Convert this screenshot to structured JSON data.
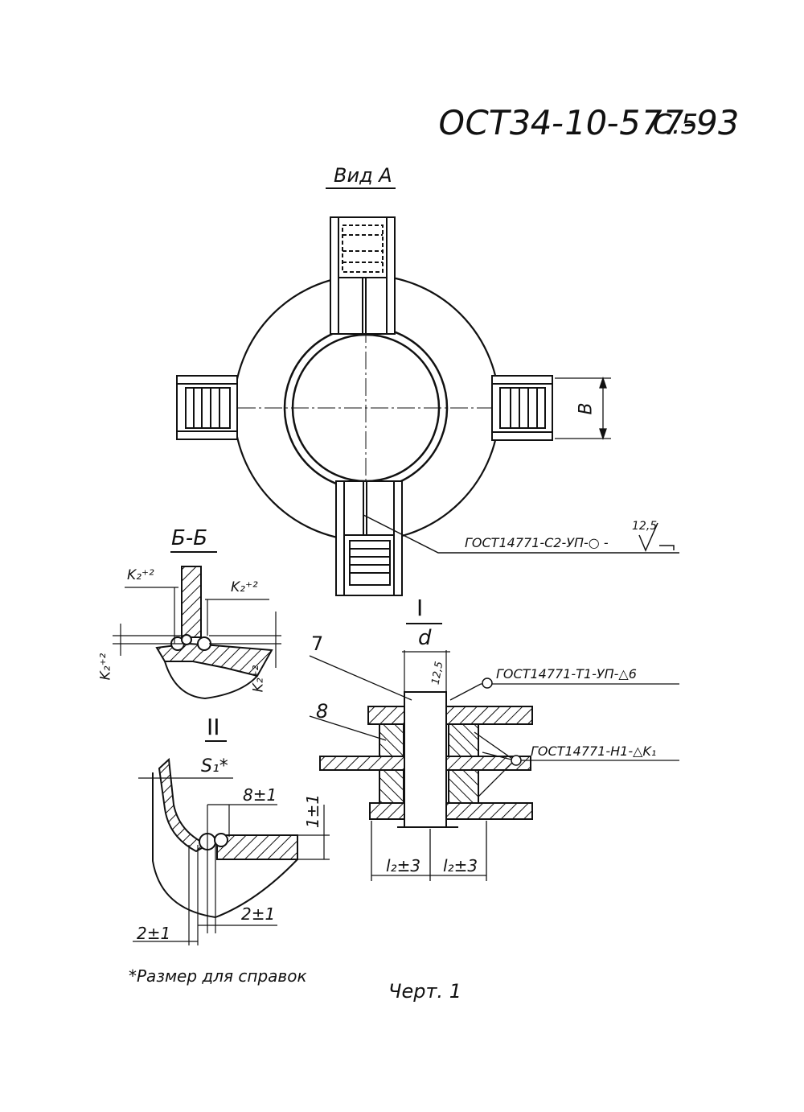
{
  "header": {
    "doc_code": "ОСТ34-10-577-93",
    "page": "С.5"
  },
  "view_a": {
    "title": "Вид А",
    "dim_b": "В",
    "weld_note": "ГОСТ14771-С2-УП-○ -",
    "roughness": "12,5"
  },
  "section_bb": {
    "title": "Б-Б",
    "k2_top_left": "K₂⁺²",
    "k2_top_right": "K₂⁺²",
    "k2_left": "K₂⁺²",
    "k2_right": "K₂⁺²"
  },
  "detail_2": {
    "title": "II",
    "s1": "S₁*",
    "dim_8": "8±1",
    "dim_1": "1±1",
    "dim_2a": "2±1",
    "dim_2b": "2±1"
  },
  "detail_1": {
    "title": "I",
    "d": "d",
    "roughness": "12,5",
    "item_7": "7",
    "item_8": "8",
    "weld_t1": "ГОСТ14771-Т1-УП-△6",
    "weld_h1": "ГОСТ14771-Н1-△K₁",
    "l2_left": "l₂±3",
    "l2_right": "l₂±3"
  },
  "footnote": "*Размер для справок",
  "caption": "Черт. 1"
}
